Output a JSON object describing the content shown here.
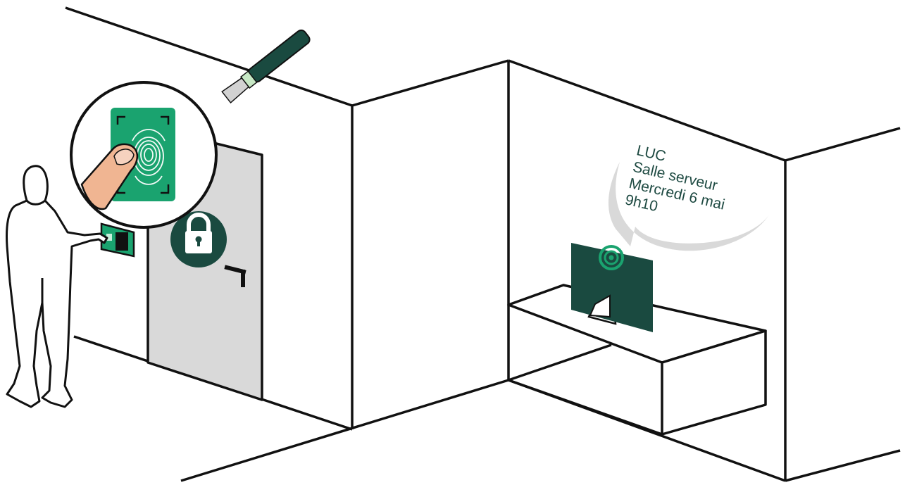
{
  "notification": {
    "lines": [
      "LUC",
      "Salle serveur",
      "Mercredi 6 mai",
      "9h10"
    ]
  },
  "colors": {
    "brand_dark": "#1a4a40",
    "brand_green": "#1aa36f",
    "sensor_light": "#2ebc86",
    "door_grey": "#d9d9d9",
    "bubble_grey": "#d9d9d9",
    "skin": "#f0b592",
    "line": "#111111"
  },
  "icons": [
    "person-silhouette",
    "fingerprint-reader",
    "magnifying-glass",
    "fingerprint-icon",
    "finger",
    "padlock-icon",
    "door-handle",
    "computer-monitor",
    "radio-signal-icon",
    "speech-bubble"
  ]
}
